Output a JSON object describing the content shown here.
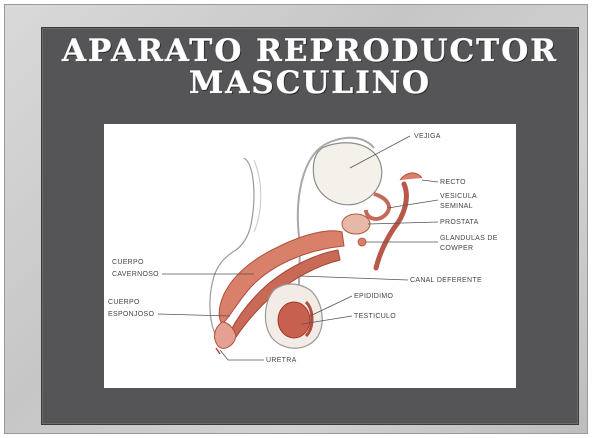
{
  "slide": {
    "title_line1": "APARATO REPRODUCTOR",
    "title_line2": "MASCULINO"
  },
  "diagram": {
    "labels": {
      "vejiga": "VEJIGA",
      "recto": "RECTO",
      "vesicula_1": "VESICULA",
      "vesicula_2": "SEMINAL",
      "prostata": "PROSTATA",
      "glandulas_1": "GLANDULAS DE",
      "glandulas_2": "COWPER",
      "canal": "CANAL DEFERENTE",
      "epididimo": "EPIDIDIMO",
      "testiculo": "TESTICULO",
      "uretra": "URETRA",
      "cavernoso_1": "CUERPO",
      "cavernoso_2": "CAVERNOSO",
      "esponjoso_1": "CUERPO",
      "esponjoso_2": "ESPONJOSO"
    },
    "colors": {
      "tissue": "#d9806a",
      "tissue_dark": "#b24c3c",
      "outline": "#8a8a8a",
      "label": "#444444"
    }
  }
}
